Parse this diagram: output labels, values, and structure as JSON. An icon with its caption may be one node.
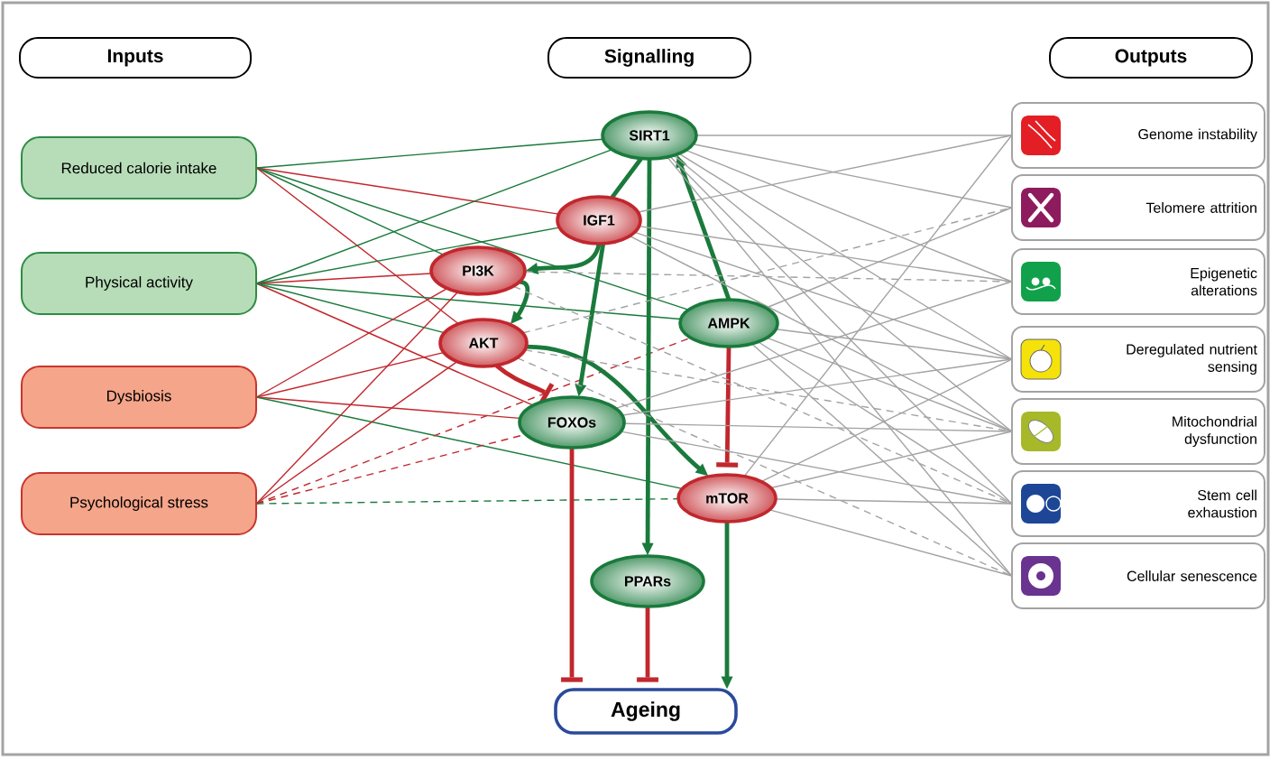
{
  "diagram": {
    "nodes": [
      {
        "text": [
          "Inputs"
        ]
      },
      {
        "text": [
          "Signalling"
        ]
      },
      {
        "text": [
          "Outputs"
        ]
      },
      {
        "text": [
          "Reduced calorie intake"
        ]
      },
      {
        "text": [
          "Physical activity"
        ]
      },
      {
        "text": [
          "Dysbiosis"
        ]
      },
      {
        "text": [
          "Psychological stress"
        ]
      },
      {
        "text": [
          "SIRT1"
        ]
      },
      {
        "text": [
          "IGF1"
        ]
      },
      {
        "text": [
          "PI3K"
        ]
      },
      {
        "text": [
          "AKT"
        ]
      },
      {
        "text": [
          "AMPK"
        ]
      },
      {
        "text": [
          "FOXOs"
        ]
      },
      {
        "text": [
          "mTOR"
        ]
      },
      {
        "text": [
          "PPARs"
        ]
      },
      {
        "text": [
          "Ageing"
        ]
      },
      {
        "text": [
          "Genome instability"
        ]
      },
      {
        "text": [
          "Telomere attrition"
        ]
      },
      {
        "text": [
          "Epigenetic alterations"
        ]
      },
      {
        "text": [
          "Deregulated nutrient sensing"
        ]
      },
      {
        "text": [
          "Mitochondrial dysfunction"
        ]
      },
      {
        "text": [
          "Stem cell exhaustion"
        ]
      },
      {
        "text": [
          "Cellular senescence"
        ]
      }
    ],
    "edges": [
      {
        "from": 3,
        "to": 7,
        "arrow": "none",
        "color": "#1a7a3c"
      },
      {
        "from": 3,
        "to": 8,
        "arrow": "none",
        "color": "#c1272d"
      },
      {
        "from": 3,
        "to": 11,
        "arrow": "none",
        "color": "#1a7a3c"
      },
      {
        "from": 3,
        "to": 9,
        "arrow": "none",
        "color": "#1a7a3c"
      },
      {
        "from": 3,
        "to": 10,
        "arrow": "none",
        "color": "#c1272d"
      },
      {
        "from": 4,
        "to": 7,
        "arrow": "none",
        "color": "#1a7a3c"
      },
      {
        "from": 4,
        "to": 8,
        "arrow": "none",
        "color": "#1a7a3c"
      },
      {
        "from": 4,
        "to": 9,
        "arrow": "none",
        "color": "#c1272d"
      },
      {
        "from": 4,
        "to": 11,
        "arrow": "none",
        "color": "#1a7a3c"
      },
      {
        "from": 4,
        "to": 12,
        "arrow": "none",
        "color": "#c1272d"
      },
      {
        "from": 4,
        "to": 10,
        "arrow": "none",
        "color": "#1a7a3c"
      },
      {
        "from": 5,
        "to": 9,
        "arrow": "none",
        "color": "#c1272d"
      },
      {
        "from": 5,
        "to": 10,
        "arrow": "none",
        "color": "#c1272d"
      },
      {
        "from": 5,
        "to": 12,
        "arrow": "none",
        "color": "#c1272d"
      },
      {
        "from": 5,
        "to": 13,
        "arrow": "none",
        "color": "#1a7a3c"
      },
      {
        "from": 6,
        "to": 9,
        "arrow": "none",
        "color": "#c1272d"
      },
      {
        "from": 6,
        "to": 10,
        "arrow": "none",
        "color": "#c1272d"
      },
      {
        "from": 6,
        "to": 12,
        "arrow": "none",
        "style": "dashed",
        "color": "#c1272d"
      },
      {
        "from": 6,
        "to": 11,
        "arrow": "none",
        "style": "dashed",
        "color": "#c1272d"
      },
      {
        "from": 6,
        "to": 13,
        "arrow": "none",
        "style": "dashed",
        "color": "#1a7a3c"
      },
      {
        "from": 7,
        "to": 8,
        "arrow": "none",
        "style": "thick",
        "color": "#1a7a3c"
      },
      {
        "from": 8,
        "to": 12,
        "arrow": "to",
        "style": "thick",
        "color": "#1a7a3c"
      },
      {
        "from": 7,
        "to": 14,
        "arrow": "to",
        "style": "thick",
        "color": "#1a7a3c"
      },
      {
        "from": 11,
        "to": 7,
        "arrow": "to",
        "style": "thick",
        "color": "#1a7a3c"
      },
      {
        "from": 8,
        "to": 9,
        "arrow": "to",
        "style": "thick",
        "color": "#1a7a3c"
      },
      {
        "from": 9,
        "to": 10,
        "arrow": "to",
        "style": "thick",
        "color": "#1a7a3c"
      },
      {
        "from": 10,
        "to": 12,
        "arrow": "other",
        "style": "thick",
        "color": "#c1272d"
      },
      {
        "from": 10,
        "to": 13,
        "arrow": "to",
        "style": "thick",
        "color": "#1a7a3c"
      },
      {
        "from": 11,
        "to": 13,
        "arrow": "other",
        "style": "thick",
        "color": "#c1272d"
      },
      {
        "from": 12,
        "to": 15,
        "arrow": "other",
        "style": "thick",
        "color": "#c1272d"
      },
      {
        "from": 14,
        "to": 15,
        "arrow": "other",
        "style": "thick",
        "color": "#c1272d"
      },
      {
        "from": 13,
        "to": 15,
        "arrow": "to",
        "style": "thick",
        "color": "#1a7a3c"
      },
      {
        "from": 7,
        "to": 16,
        "arrow": "none"
      },
      {
        "from": 7,
        "to": 17,
        "arrow": "none"
      },
      {
        "from": 7,
        "to": 18,
        "arrow": "none"
      },
      {
        "from": 7,
        "to": 19,
        "arrow": "none"
      },
      {
        "from": 7,
        "to": 20,
        "arrow": "none"
      },
      {
        "from": 7,
        "to": 21,
        "arrow": "none"
      },
      {
        "from": 7,
        "to": 22,
        "arrow": "none"
      },
      {
        "from": 8,
        "to": 16,
        "arrow": "none"
      },
      {
        "from": 8,
        "to": 18,
        "arrow": "none"
      },
      {
        "from": 8,
        "to": 19,
        "arrow": "none"
      },
      {
        "from": 8,
        "to": 20,
        "arrow": "none"
      },
      {
        "from": 11,
        "to": 17,
        "arrow": "none"
      },
      {
        "from": 11,
        "to": 19,
        "arrow": "none"
      },
      {
        "from": 11,
        "to": 20,
        "arrow": "none"
      },
      {
        "from": 11,
        "to": 21,
        "arrow": "none"
      },
      {
        "from": 11,
        "to": 22,
        "arrow": "none"
      },
      {
        "from": 12,
        "to": 18,
        "arrow": "none"
      },
      {
        "from": 12,
        "to": 19,
        "arrow": "none"
      },
      {
        "from": 12,
        "to": 20,
        "arrow": "none"
      },
      {
        "from": 12,
        "to": 21,
        "arrow": "none"
      },
      {
        "from": 13,
        "to": 16,
        "arrow": "none"
      },
      {
        "from": 13,
        "to": 19,
        "arrow": "none"
      },
      {
        "from": 13,
        "to": 20,
        "arrow": "none"
      },
      {
        "from": 13,
        "to": 21,
        "arrow": "none"
      },
      {
        "from": 13,
        "to": 22,
        "arrow": "none"
      },
      {
        "from": 10,
        "to": 17,
        "arrow": "none",
        "style": "dashed"
      },
      {
        "from": 10,
        "to": 20,
        "arrow": "none",
        "style": "dashed"
      },
      {
        "from": 10,
        "to": 22,
        "arrow": "none",
        "style": "dashed"
      },
      {
        "from": 9,
        "to": 18,
        "arrow": "none",
        "style": "dashed"
      },
      {
        "from": 9,
        "to": 21,
        "arrow": "none",
        "style": "dashed"
      }
    ]
  }
}
